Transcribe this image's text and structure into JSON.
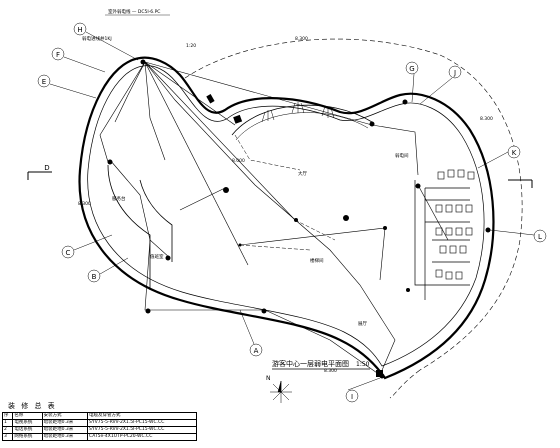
{
  "plan": {
    "title": "游客中心一层弱电平面图",
    "scale": "1:50",
    "north_label": "N",
    "axis_labels": [
      "A",
      "B",
      "C",
      "D",
      "E",
      "F",
      "G",
      "H",
      "I",
      "J",
      "K",
      "L"
    ],
    "callouts": {
      "top_left_1": "室外弱电线 — DC5I-6.PC",
      "top_left_2": "弱电进线井1KJ",
      "scale_near_top": "1:20",
      "dim_top": "8.300",
      "dim_left": "8.300",
      "dim_right": "8.300",
      "dim_bottom": "8.300",
      "dim_inner": "8.000",
      "room_center": "大厅",
      "room_left": "服务台",
      "room_left2": "值班室",
      "room_right": "弱电间",
      "room_bottom": "展厅",
      "room_mid": "楼梯间"
    }
  },
  "table": {
    "title": "装 修 总 表",
    "headers": [
      "序",
      "名称",
      "安装方式",
      "电缆及穿管方式"
    ],
    "rows": [
      {
        "no": "1",
        "name": "电视系统",
        "install": "暗装距地0.3米",
        "cable": "SYV75-5-RVV-2X1.5I-PC15-WC.CC"
      },
      {
        "no": "2",
        "name": "电话系统",
        "install": "暗装距地0.3米",
        "cable": "SYV75-5-RVV-2X1.5I-PC15-WC.CC"
      },
      {
        "no": "3",
        "name": "网络系统",
        "install": "暗装距地0.3米",
        "cable": "CAT5e-4X1UTP-PC20-WC.CC"
      }
    ]
  }
}
